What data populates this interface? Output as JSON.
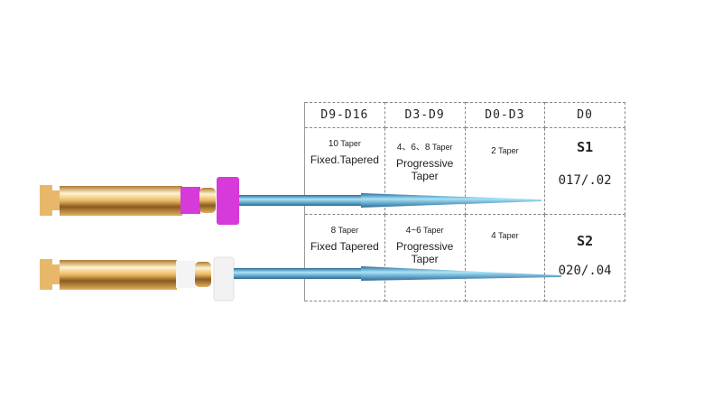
{
  "table": {
    "headers": [
      "D9-D16",
      "D3-D9",
      "D0-D3",
      "D0"
    ],
    "rows": [
      {
        "d9_d16": {
          "taper_num": "10",
          "taper_unit": "Taper",
          "type": "Fixed.Tapered"
        },
        "d3_d9": {
          "taper_num": "4、6、8",
          "taper_unit": "Taper",
          "type": "Progressive Taper"
        },
        "d0_d3": {
          "taper_num": "2",
          "taper_unit": "Taper"
        },
        "d0": {
          "size": "S1",
          "diameter": "017/.02"
        }
      },
      {
        "d9_d16": {
          "taper_num": "8",
          "taper_unit": "Taper",
          "type": "Fixed Tapered"
        },
        "d3_d9": {
          "taper_num": "4~6",
          "taper_unit": "Taper",
          "type": "Progressive Taper"
        },
        "d0_d3": {
          "taper_num": "4",
          "taper_unit": "Taper"
        },
        "d0": {
          "size": "S2",
          "diameter": "020/.04"
        }
      }
    ]
  },
  "colors": {
    "gold": "#d9a75a",
    "s1_ring": "#d63ad8",
    "s2_ring": "#f4f4f4",
    "blade": "#5fb0d8"
  }
}
